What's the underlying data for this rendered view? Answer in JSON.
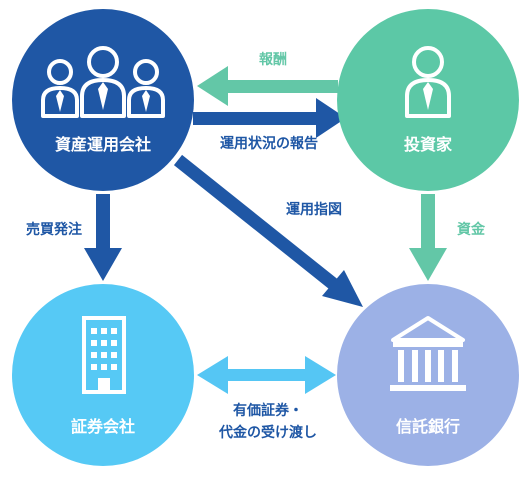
{
  "nodes": {
    "asset_management": {
      "label": "資産運用会社",
      "color": "#1f57a5"
    },
    "investor": {
      "label": "投資家",
      "color": "#5cc8a6"
    },
    "securities": {
      "label": "証券会社",
      "color": "#56c9f5"
    },
    "trust_bank": {
      "label": "信託銀行",
      "color": "#9cb1e6"
    }
  },
  "edges": {
    "reward": {
      "label": "報酬",
      "color": "#63c7a7"
    },
    "report": {
      "label": "運用状況の報告",
      "color": "#1f57a5"
    },
    "order": {
      "label": "売買発注",
      "color": "#1f57a5"
    },
    "instruction": {
      "label": "運用指図",
      "color": "#1f57a5"
    },
    "funds": {
      "label": "資金",
      "color": "#63c7a7"
    },
    "settlement": {
      "line1": "有価証券・",
      "line2": "代金の受け渡し",
      "color": "#55c6f4"
    }
  },
  "icons": [
    "people-icon",
    "person-icon",
    "building-icon",
    "bank-icon"
  ]
}
